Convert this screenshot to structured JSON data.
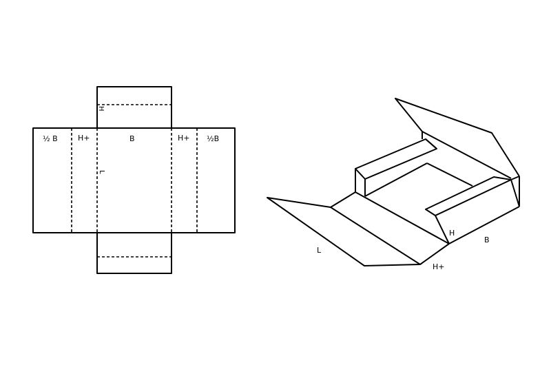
{
  "flat_net": {
    "panel_labels": {
      "half_b_left": "½ B",
      "h_plus_left": "H+",
      "b_center": "B",
      "h_plus_right": "H+",
      "half_b_right": "½B",
      "h_top": "H",
      "l_side": "L"
    }
  },
  "folded_box": {
    "dimension_labels": {
      "l": "L",
      "h": "H",
      "b": "B",
      "h_plus": "H+"
    }
  },
  "colors": {
    "line": "#000000",
    "background": "#ffffff"
  }
}
